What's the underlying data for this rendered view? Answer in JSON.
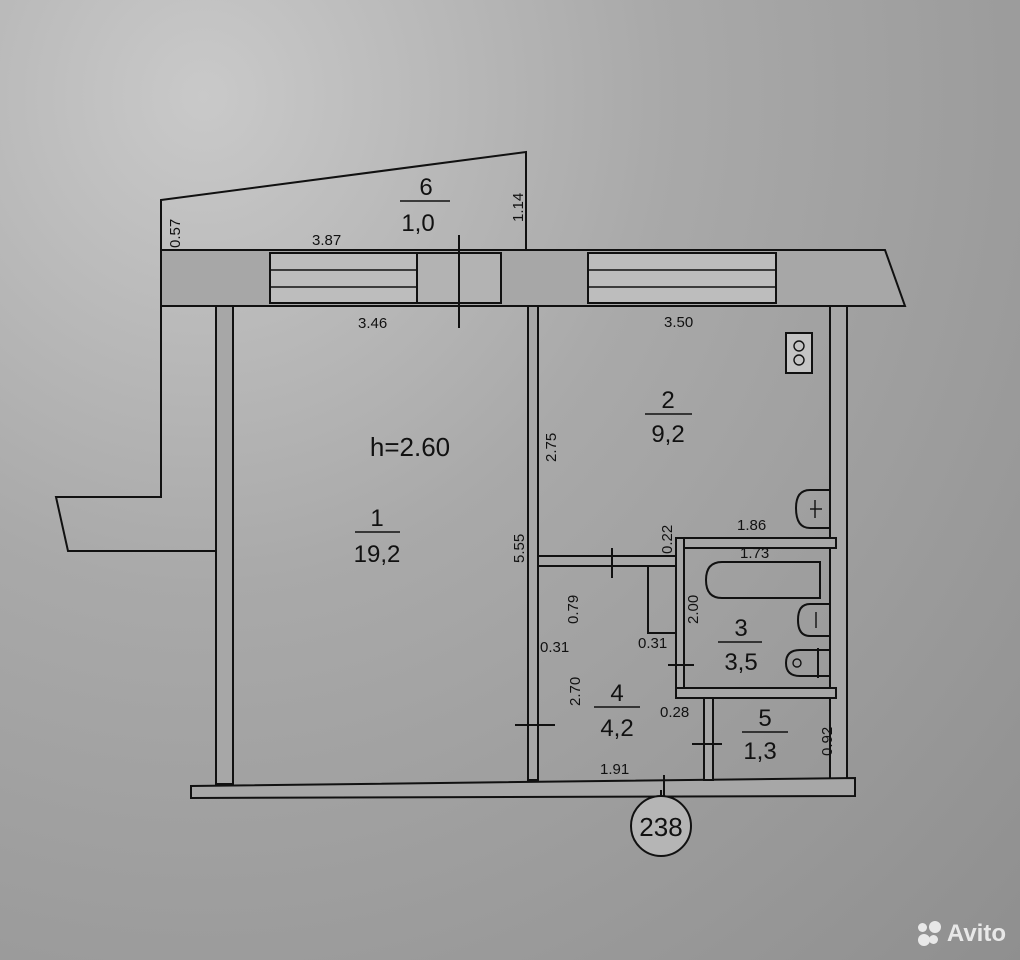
{
  "ceiling_height": "h=2.60",
  "rooms": [
    {
      "number": "1",
      "area": "19,2"
    },
    {
      "number": "2",
      "area": "9,2"
    },
    {
      "number": "3",
      "area": "3,5"
    },
    {
      "number": "4",
      "area": "4,2"
    },
    {
      "number": "5",
      "area": "1,3"
    },
    {
      "number": "6",
      "area": "1,0"
    }
  ],
  "dimensions": {
    "balcony_left": "0.57",
    "balcony_right": "1.14",
    "balcony_length": "3.87",
    "room1_width": "3.46",
    "room2_width": "3.50",
    "room2_depth": "2.75",
    "room1_depth": "5.55",
    "d_022": "0.22",
    "bath_outer": "1.86",
    "bath_inner": "1.73",
    "hall_079": "0.79",
    "bath_depth": "2.00",
    "hall_031_left": "0.31",
    "hall_031_right": "0.31",
    "hall_depth": "2.70",
    "wc_028": "0.28",
    "wc_depth": "0.92",
    "hall_width": "1.91"
  },
  "apartment_number": "238",
  "watermark": "Avito"
}
